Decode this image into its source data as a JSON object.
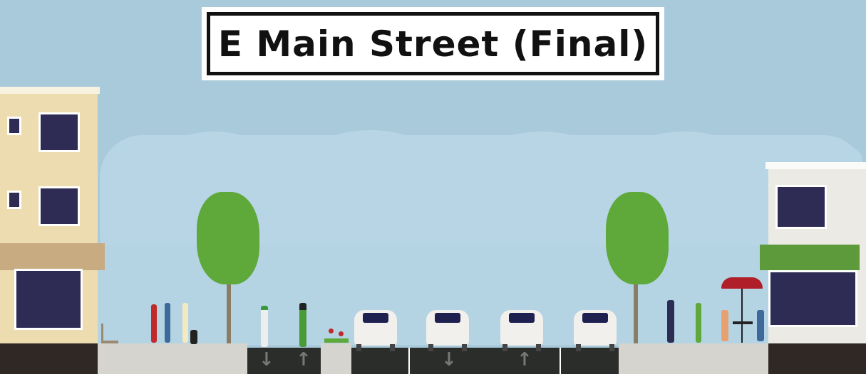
{
  "title": "E Main Street (Final)",
  "colors": {
    "sky": "#a9cadb",
    "sidewalk": "#d6d4cf",
    "asphalt": "#2b2d2b",
    "lane_marking": "#ffffff",
    "building_left": "#ecdcb0",
    "building_right": "#eceae4",
    "awning_left": "#c9ab82",
    "awning_right": "#5c9a3c",
    "tree": "#5fa83a",
    "umbrella": "#b01e2a"
  },
  "segments": [
    {
      "type": "building-left"
    },
    {
      "type": "sidewalk",
      "icons": [
        "bench-icon",
        "pedestrian-icon",
        "dog-icon",
        "tree-icon"
      ]
    },
    {
      "type": "bike-lane",
      "directions": [
        "down",
        "up"
      ]
    },
    {
      "type": "planter",
      "icons": [
        "flower-icon"
      ]
    },
    {
      "type": "parking-lane",
      "icons": [
        "car-icon"
      ]
    },
    {
      "type": "drive-lane",
      "direction": "down",
      "icons": [
        "car-icon"
      ]
    },
    {
      "type": "drive-lane",
      "direction": "up",
      "icons": [
        "car-icon"
      ]
    },
    {
      "type": "parking-lane",
      "icons": [
        "car-icon"
      ]
    },
    {
      "type": "sidewalk",
      "icons": [
        "tree-icon",
        "pedestrian-icon",
        "cafe-table-icon",
        "umbrella-icon"
      ]
    },
    {
      "type": "building-right"
    }
  ]
}
